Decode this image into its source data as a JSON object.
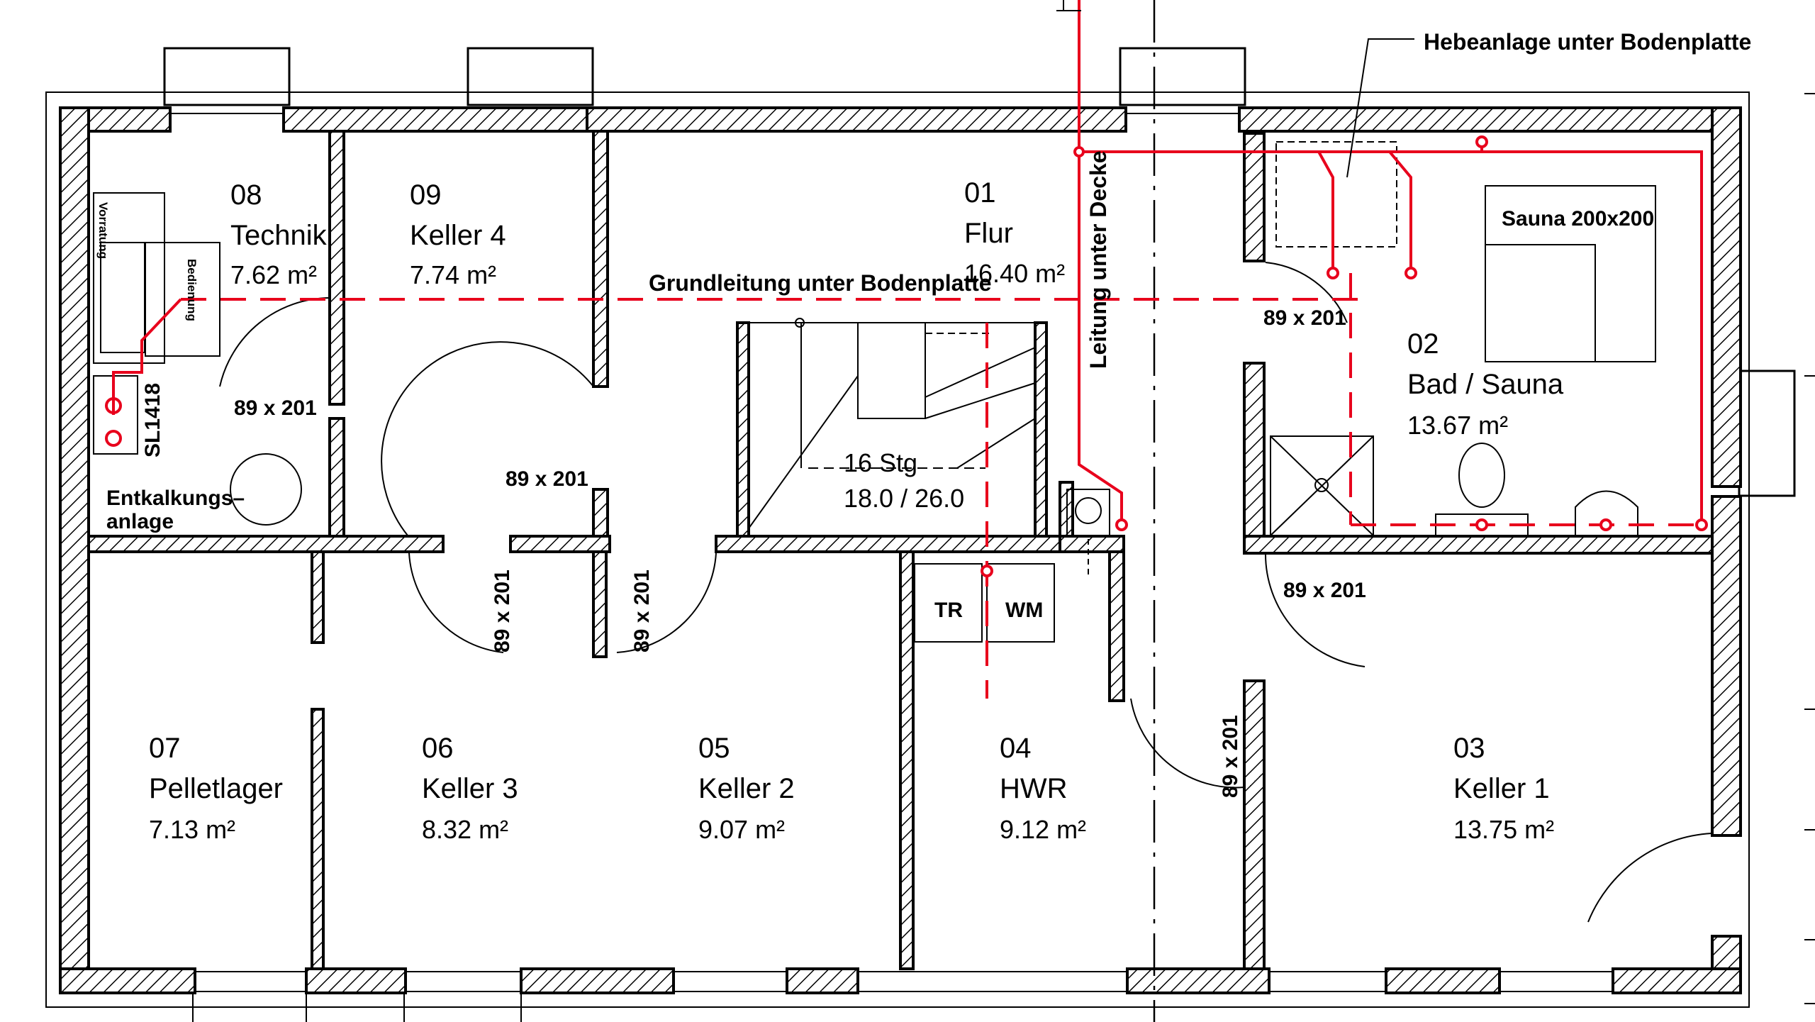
{
  "rooms": [
    {
      "id": "r08",
      "number": "08",
      "name": "Technik",
      "area": "7.62  m²"
    },
    {
      "id": "r09",
      "number": "09",
      "name": "Keller 4",
      "area": "7.74  m²"
    },
    {
      "id": "r01",
      "number": "01",
      "name": "Flur",
      "area": "16.40  m²"
    },
    {
      "id": "r02",
      "number": "02",
      "name": "Bad / Sauna",
      "area": "13.67  m²"
    },
    {
      "id": "r07",
      "number": "07",
      "name": "Pelletlager",
      "area": "7.13  m²"
    },
    {
      "id": "r06",
      "number": "06",
      "name": "Keller 3",
      "area": "8.32  m²"
    },
    {
      "id": "r05",
      "number": "05",
      "name": "Keller 2",
      "area": "9.07  m²"
    },
    {
      "id": "r04",
      "number": "04",
      "name": "HWR",
      "area": "9.12  m²"
    },
    {
      "id": "r03",
      "number": "03",
      "name": "Keller 1",
      "area": "13.75  m²"
    }
  ],
  "annotations": {
    "hebeanlage": "Hebeanlage  unter  Bodenplatte",
    "grundleitung": "Grundleitung  unter  Bodenplatte",
    "leitung_decke": "Leitung  unter  Decke",
    "sauna": "Sauna  200x200",
    "entkalkung_1": "Entkalkungs–",
    "entkalkung_2": "anlage",
    "sl_code": "SL1418",
    "stair_1": "16 Stg",
    "stair_2": "18.0 / 26.0",
    "tr": "TR",
    "wm": "WM",
    "vorratung": "Vorratung",
    "bedienung": "Bedienung"
  },
  "doors": [
    {
      "id": "d1",
      "label": "89 x 201"
    },
    {
      "id": "d2",
      "label": "89 x 201"
    },
    {
      "id": "d3",
      "label": "89 x 201"
    },
    {
      "id": "d4",
      "label": "89 x 201"
    },
    {
      "id": "d5",
      "label": "89 x 201"
    },
    {
      "id": "d6",
      "label": "89 x 201"
    },
    {
      "id": "d7",
      "label": "89 x 201"
    }
  ],
  "colors": {
    "pipe": "#e8001c",
    "wall": "#000000",
    "background": "#ffffff"
  }
}
